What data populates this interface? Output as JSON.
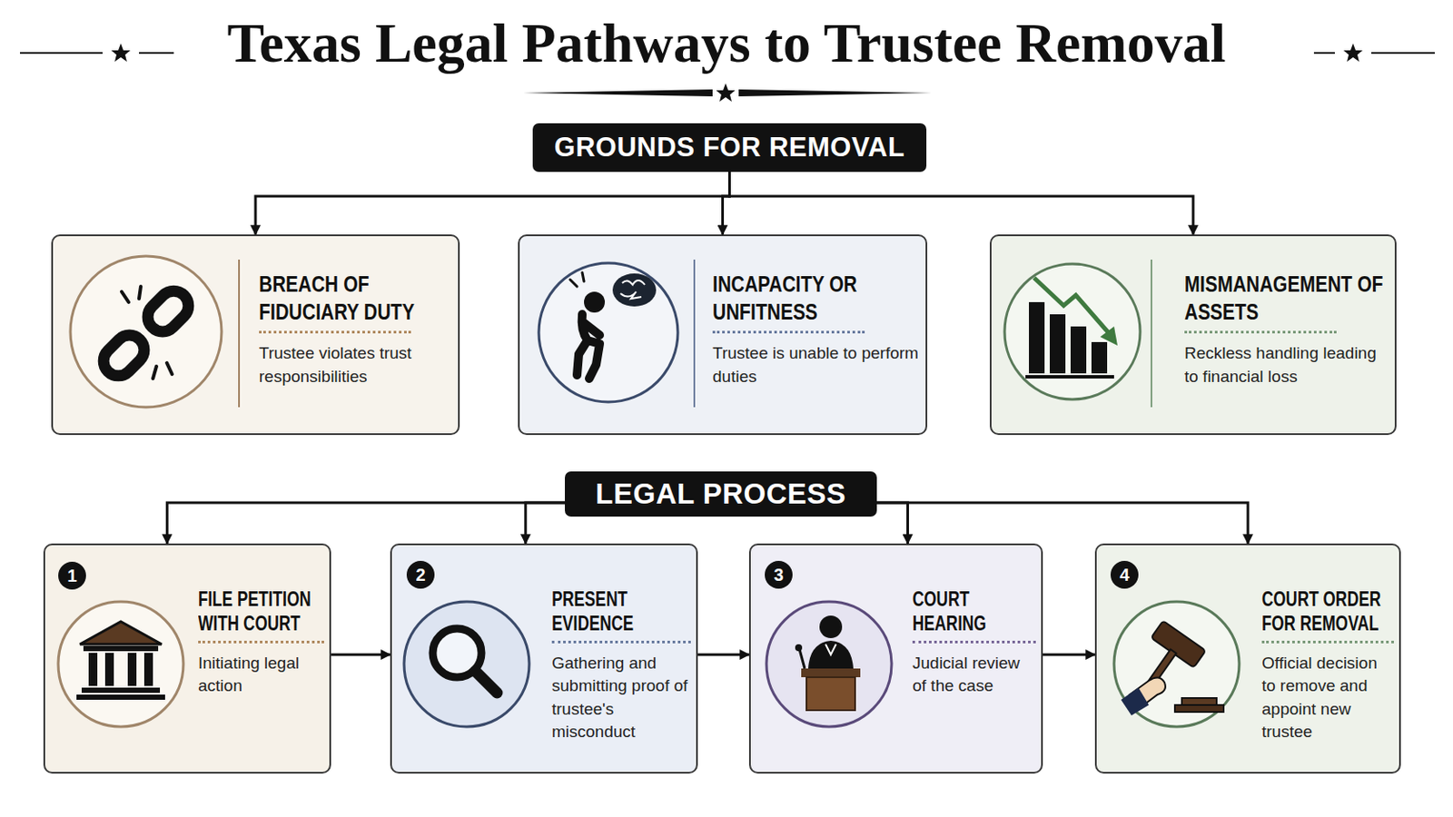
{
  "diagram": {
    "title": "Texas Legal Pathways to Trustee Removal",
    "nodes": [
      {
        "text": [
          "GROUNDS FOR REMOVAL"
        ]
      },
      {
        "text": [
          "BREACH OF FIDUCIARY DUTY",
          "Trustee violates trust responsibilities"
        ]
      },
      {
        "text": [
          "INCAPACITY OR UNFITNESS",
          "Trustee is unable to perform duties"
        ]
      },
      {
        "text": [
          "MISMANAGEMENT OF ASSETS",
          "Reckless handling leading to financial loss"
        ]
      },
      {
        "text": [
          "LEGAL PROCESS"
        ]
      },
      {
        "text": [
          "FILE PETITION WITH COURT",
          "Initiating legal action"
        ]
      },
      {
        "text": [
          "PRESENT EVIDENCE",
          "Gathering and submitting proof of trustee's misconduct"
        ]
      },
      {
        "text": [
          "COURT HEARING",
          "Judicial review of the case"
        ]
      },
      {
        "text": [
          "COURT ORDER FOR REMOVAL",
          "Official decision to remove and appoint new trustee"
        ]
      }
    ],
    "edges": [
      {
        "from": 0,
        "to": 1,
        "arrow": "to"
      },
      {
        "from": 0,
        "to": 2,
        "arrow": "to"
      },
      {
        "from": 0,
        "to": 3,
        "arrow": "to"
      },
      {
        "from": 4,
        "to": 5,
        "arrow": "to"
      },
      {
        "from": 4,
        "to": 6,
        "arrow": "to"
      },
      {
        "from": 4,
        "to": 7,
        "arrow": "to"
      },
      {
        "from": 4,
        "to": 8,
        "arrow": "to"
      },
      {
        "from": 5,
        "to": 6,
        "arrow": "to"
      },
      {
        "from": 6,
        "to": 7,
        "arrow": "to"
      },
      {
        "from": 7,
        "to": 8,
        "arrow": "to"
      }
    ],
    "labels": [
      "1",
      "2",
      "3",
      "4"
    ]
  }
}
